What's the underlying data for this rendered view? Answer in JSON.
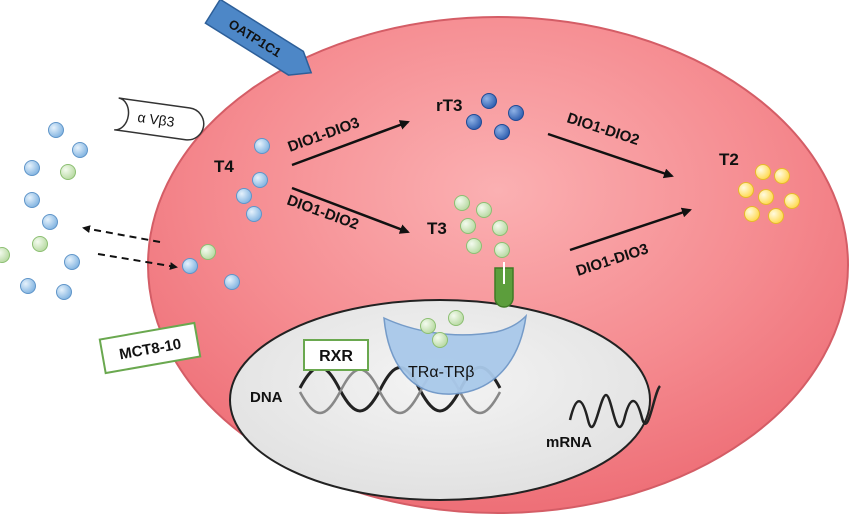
{
  "transporters": {
    "oatp": "OATP1C1",
    "integrin": "α Vβ3",
    "mct": "MCT8-10"
  },
  "hormones": {
    "t4": "T4",
    "t3": "T3",
    "rt3": "rT3",
    "t2": "T2"
  },
  "enzymes": {
    "t4_to_rt3": "DIO1-DIO3",
    "t4_to_t3": "DIO1-DIO2",
    "rt3_to_t2": "DIO1-DIO2",
    "t3_to_t2": "DIO1-DIO3"
  },
  "nucleus": {
    "receptor": "TRα-TRβ",
    "rxr": "RXR",
    "dna": "DNA",
    "mrna": "mRNA"
  },
  "colors": {
    "cell": "#f4878c",
    "cell_edge": "#c0404a",
    "nucleus": "#e9e9e9",
    "t4_blue": "#8ec0ea",
    "t3_green": "#cfe8bd",
    "rt3_blue": "#3f72c3",
    "t2_yellow": "#ffe26a",
    "receptor": "#a9c9ea",
    "oatp": "#4d87c7",
    "mct_border": "#6aa84f"
  }
}
